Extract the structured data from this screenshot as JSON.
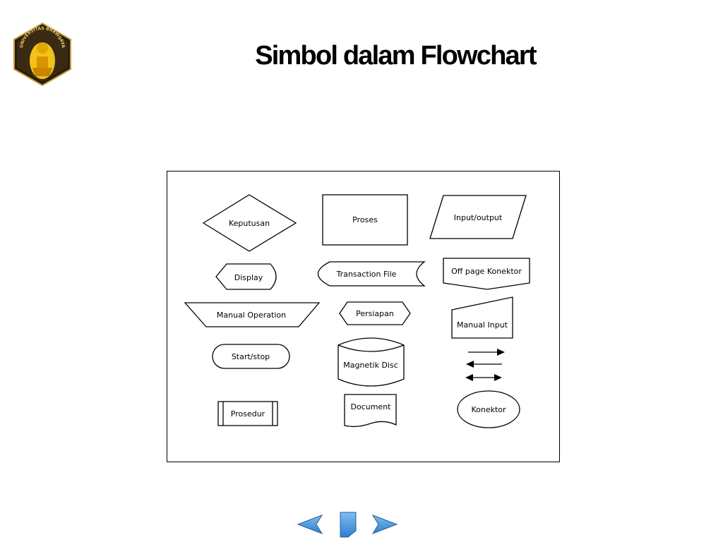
{
  "slide": {
    "title": "Simbol dalam Flowchart",
    "logo_text": "UNIVERSITAS BRAWIJAYA"
  },
  "symbols": {
    "decision": "Keputusan",
    "process": "Proses",
    "input_output": "Input/output",
    "display": "Display",
    "transaction_file": "Transaction File",
    "off_page_connector": "Off page Konektor",
    "manual_operation": "Manual Operation",
    "preparation": "Persiapan",
    "manual_input": "Manual Input",
    "start_stop": "Start/stop",
    "magnetic_disc": "Magnetik Disc",
    "predefined_process": "Prosedur",
    "document": "Document",
    "connector": "Konektor"
  },
  "colors": {
    "nav_blue": "#2e7fd0",
    "logo_gold": "#f2c21b",
    "logo_dark": "#3a2a12"
  },
  "icons": {
    "prev": "chevron-left-icon",
    "home": "page-icon",
    "next": "chevron-right-icon",
    "flow_lines": "arrow-icon"
  }
}
